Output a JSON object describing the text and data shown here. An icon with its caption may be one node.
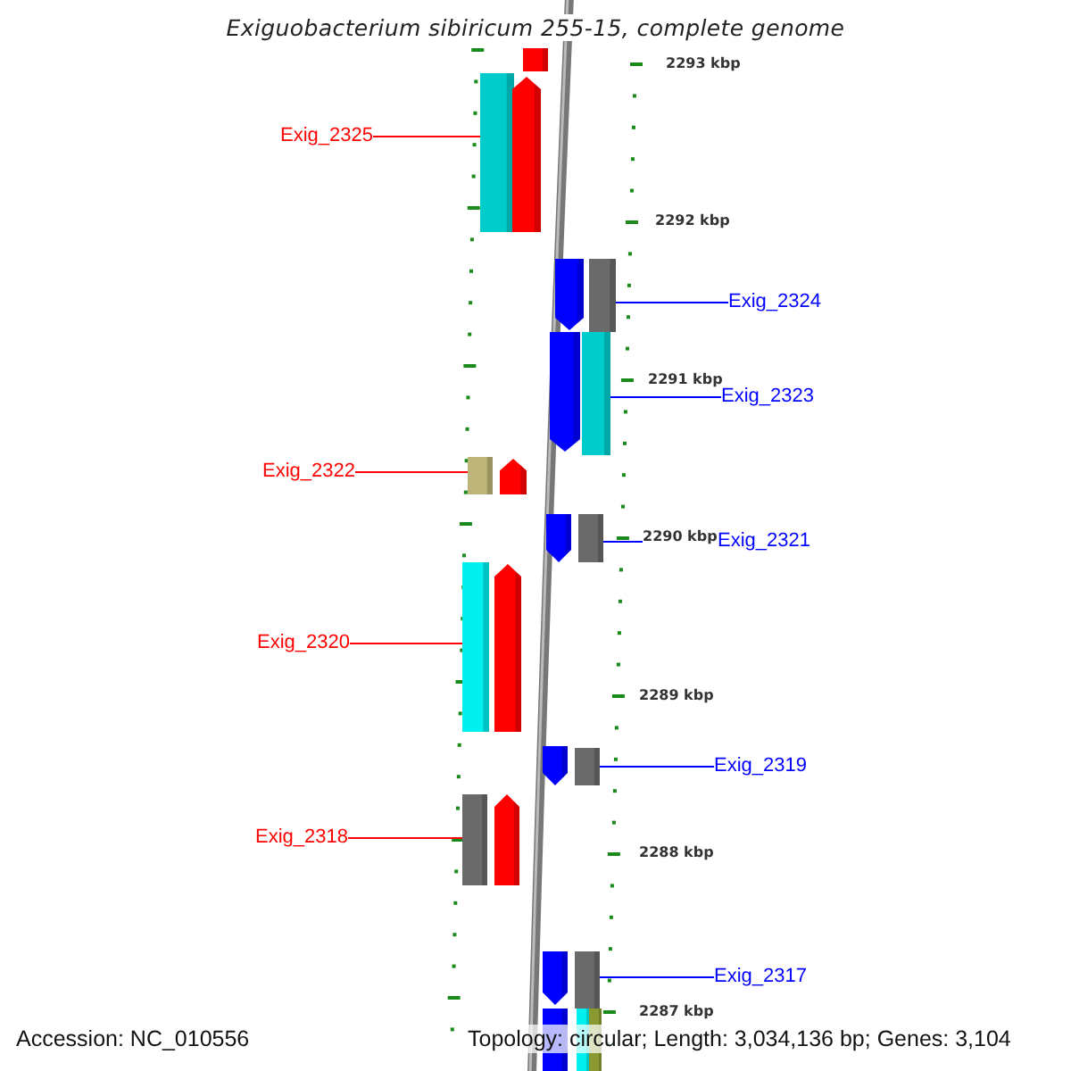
{
  "diagram": {
    "title": "Exiguobacterium sibiricum 255-15, complete genome",
    "nodes": [
      {
        "text": [
          "Exig_2325"
        ]
      },
      {
        "text": [
          "Exig_2324"
        ]
      },
      {
        "text": [
          "Exig_2323"
        ]
      },
      {
        "text": [
          "Exig_2322"
        ]
      },
      {
        "text": [
          "Exig_2321"
        ]
      },
      {
        "text": [
          "Exig_2320"
        ]
      },
      {
        "text": [
          "Exig_2319"
        ]
      },
      {
        "text": [
          "Exig_2318"
        ]
      },
      {
        "text": [
          "Exig_2317"
        ]
      },
      {
        "text": [],
        "shape": "bar"
      },
      {
        "text": [],
        "shape": "bar"
      },
      {
        "text": [],
        "shape": "bar"
      },
      {
        "text": [],
        "shape": "bar"
      },
      {
        "text": [],
        "shape": "bar"
      },
      {
        "text": [],
        "shape": "bar"
      },
      {
        "text": [],
        "shape": "bar"
      },
      {
        "text": [],
        "shape": "bar"
      },
      {
        "text": [],
        "shape": "bar"
      },
      {
        "text": [],
        "shape": "bar"
      },
      {
        "text": [],
        "shape": "bar"
      },
      {
        "text": [],
        "shape": "bar"
      },
      {
        "text": [],
        "shape": "bar"
      },
      {
        "text": [],
        "shape": "bar"
      },
      {
        "text": [],
        "shape": "bar"
      },
      {
        "text": [],
        "shape": "bar"
      },
      {
        "text": [],
        "shape": "bar"
      },
      {
        "text": [],
        "shape": "bar"
      },
      {
        "text": [],
        "shape": "bar"
      },
      {
        "text": [],
        "shape": "bar"
      },
      {
        "text": [],
        "shape": "bar"
      },
      {
        "text": [],
        "shape": "bar"
      }
    ],
    "edges": [
      {
        "from": 0,
        "to": 10,
        "arrow": "none",
        "color": "#ff0000"
      },
      {
        "from": 1,
        "to": 13,
        "arrow": "none",
        "color": "#0000ff"
      },
      {
        "from": 2,
        "to": 15,
        "arrow": "none",
        "color": "#0000ff"
      },
      {
        "from": 3,
        "to": 16,
        "arrow": "none",
        "color": "#ff0000"
      },
      {
        "from": 4,
        "to": 19,
        "arrow": "none",
        "color": "#0000ff"
      },
      {
        "from": 5,
        "to": 20,
        "arrow": "none",
        "color": "#ff0000"
      },
      {
        "from": 6,
        "to": 23,
        "arrow": "none",
        "color": "#0000ff"
      },
      {
        "from": 7,
        "to": 24,
        "arrow": "none",
        "color": "#ff0000"
      },
      {
        "from": 8,
        "to": 27,
        "arrow": "none",
        "color": "#0000ff"
      }
    ],
    "labels": [
      "2293 kbp",
      "2292 kbp",
      "2291 kbp",
      "2290 kbp",
      "2289 kbp",
      "2288 kbp",
      "2287 kbp",
      "Accession: NC_010556",
      "Topology: circular; Length: 3,034,136 bp; Genes: 3,104"
    ]
  }
}
